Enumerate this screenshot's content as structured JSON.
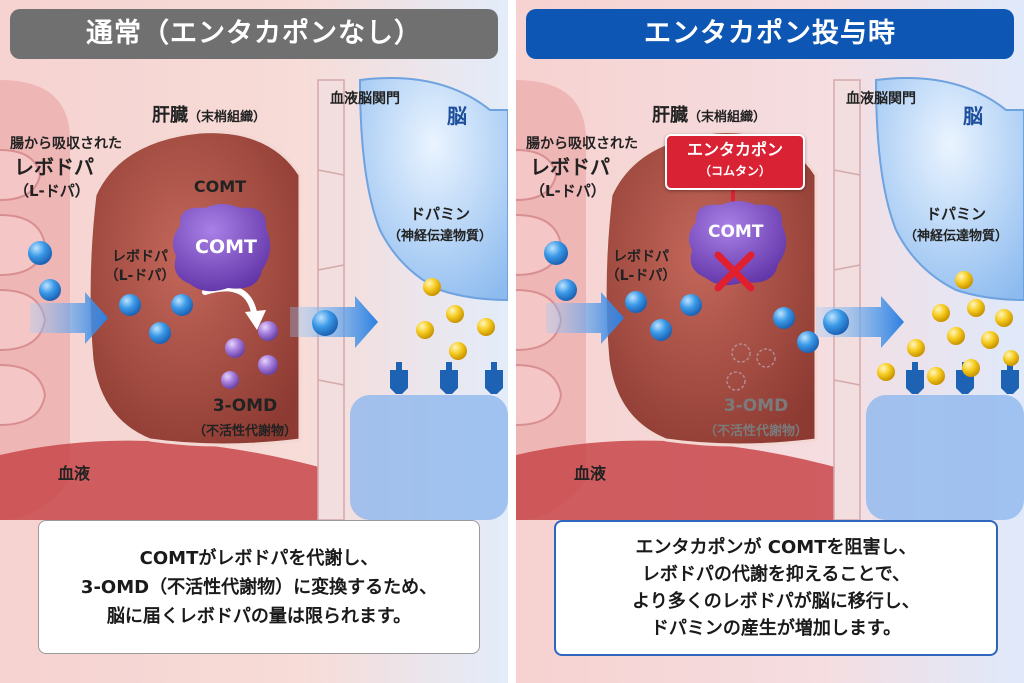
{
  "left_panel": {
    "header": "通常（エンタカポンなし）",
    "liver_label": "肝臓",
    "liver_sub": "（末梢組織）",
    "bbb_label": "血液脳関門",
    "brain_label": "脳",
    "intestine_label_1": "腸から吸収された",
    "intestine_label_2": "レボドパ",
    "intestine_label_3": "（L-ドパ）",
    "levodopa_label_1": "レボドパ",
    "levodopa_label_2": "（L-ドパ）",
    "comt_small_label": "COMT",
    "comt_label": "COMT",
    "omd_label": "3-OMD",
    "omd_sub": "（不活性代謝物）",
    "blood_label": "血液",
    "dopamine_label": "ドパミン",
    "dopamine_sub": "（神経伝達物質）",
    "caption_lines": [
      "COMTがレボドパを代謝し、",
      "3-OMD（不活性代謝物）に変換するため、",
      "脳に届くレボドパの量は限られます。"
    ]
  },
  "right_panel": {
    "header": "エンタカポン投与時",
    "liver_label": "肝臓",
    "liver_sub": "（末梢組織）",
    "bbb_label": "血液脳関門",
    "brain_label": "脳",
    "intestine_label_1": "腸から吸収された",
    "intestine_label_2": "レボドパ",
    "intestine_label_3": "（L-ドパ）",
    "levodopa_label_1": "レボドパ",
    "levodopa_label_2": "（L-ドパ）",
    "inhibitor_label": "エンタカポン",
    "inhibitor_sub": "（コムタン）",
    "comt_label": "COMT",
    "omd_label": "3-OMD",
    "omd_sub": "（不活性代謝物）",
    "blood_label": "血液",
    "dopamine_label": "ドパミン",
    "dopamine_sub": "（神経伝達物質）",
    "caption_lines": [
      "エンタカポンが COMTを阻害し、",
      "レボドパの代謝を抑えることで、",
      "より多くのレボドパが脳に移行し、",
      "ドパミンの産生が増加します。"
    ]
  },
  "colors": {
    "header_normal": "#707070",
    "header_entacapone": "#0d56b4",
    "levodopa_molecule": "#2f8fe0",
    "comt_enzyme": "#7a4fc4",
    "metabolite": "#a77fd6",
    "dopamine_molecule": "#f2c21a",
    "inhibitor": "#d92335",
    "liver": "#a8493f",
    "brain": "#a9cef7"
  },
  "icons": {
    "arrow": "arrow-right-icon",
    "inhibition": "inhibition-x-icon"
  }
}
